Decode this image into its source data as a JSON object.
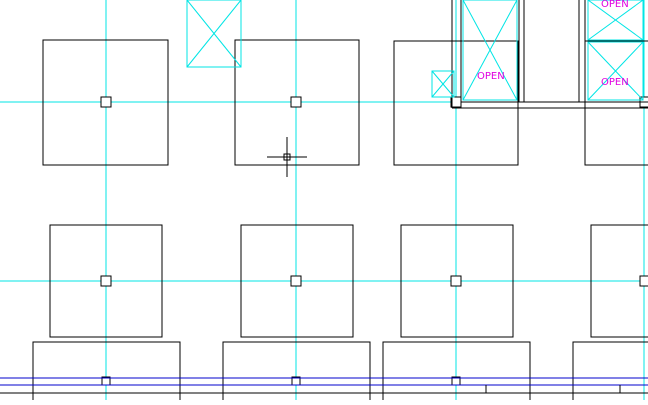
{
  "drawing": {
    "colors": {
      "background": "#ffffff",
      "grid_line": "#00e5e5",
      "footing": "#000000",
      "opening": "#00e5e5",
      "opening_label": "#e000e0",
      "beam": "#0000cc",
      "crosshair": "#000000"
    },
    "openings": [
      {
        "label": ""
      },
      {
        "label": ""
      },
      {
        "label": "OPEN"
      },
      {
        "label": "OPEN"
      },
      {
        "label": "OPEN"
      }
    ]
  },
  "cursor": {
    "icon": "crosshair-cursor-icon"
  }
}
